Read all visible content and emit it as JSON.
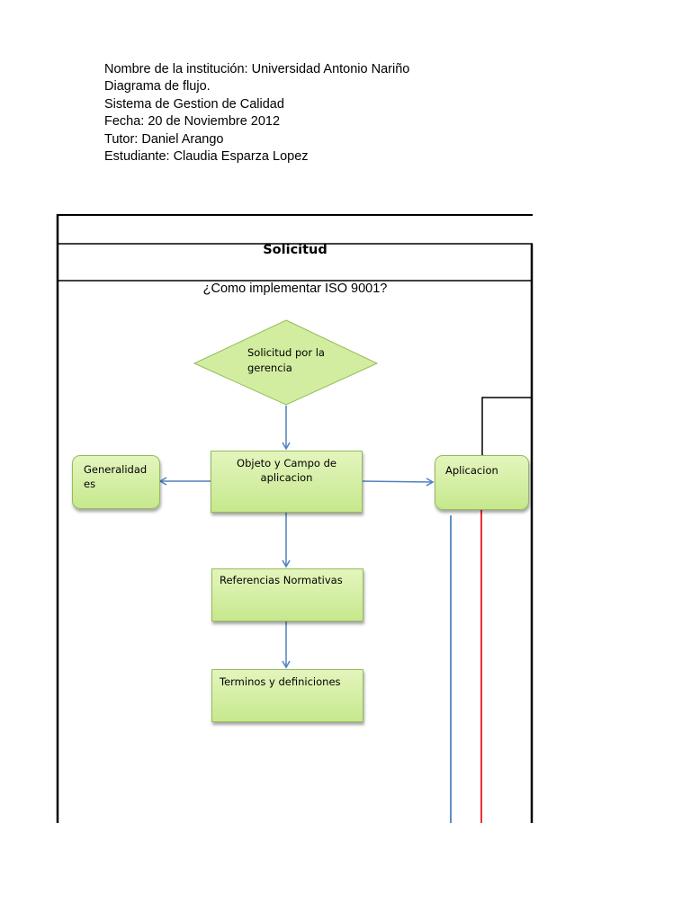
{
  "header": {
    "institution": "Nombre de la institución: Universidad Antonio Nariño",
    "doc_type": "Diagrama de flujo.",
    "system": "Sistema de Gestion de Calidad",
    "date": "Fecha: 20 de Noviembre 2012",
    "tutor": "Tutor: Daniel Arango",
    "student": "Estudiante: Claudia Esparza Lopez"
  },
  "diagram": {
    "section_title": "Solicitud",
    "question": "¿Como implementar ISO 9001?",
    "nodes": {
      "start": "Solicitud por la gerencia",
      "objeto": "Objeto y Campo de aplicacion",
      "generalidades": "Generalidad es",
      "aplicacion": "Aplicacion",
      "referencias": "Referencias Normativas",
      "terminos": "Terminos y definiciones"
    },
    "colors": {
      "node_fill": "#c6e88d",
      "node_border": "#94bc59",
      "arrow": "#4f81bd",
      "red_line": "#e81c1c"
    }
  }
}
